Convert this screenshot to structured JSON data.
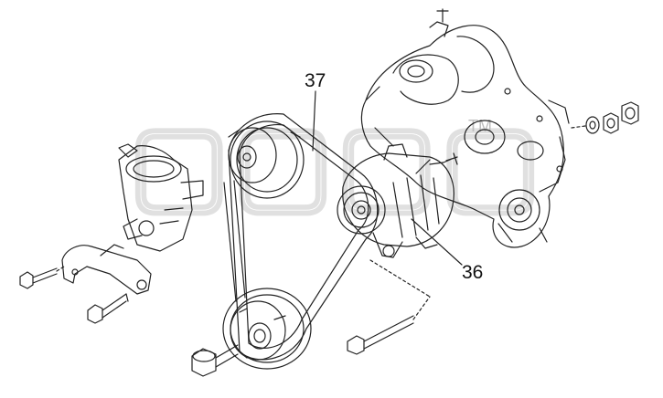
{
  "callouts": {
    "belt": "37",
    "alternator": "36"
  },
  "watermark": {
    "trademark": "TM",
    "kind": "logo"
  },
  "colors": {
    "line": "#222222",
    "watermark": "#c8c8c8",
    "background": "#ffffff"
  }
}
